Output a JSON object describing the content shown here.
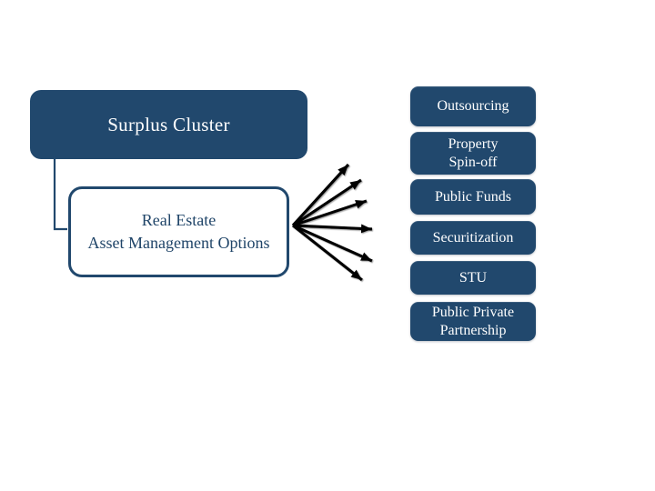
{
  "colors": {
    "navy": "#21486D",
    "box_text": "#FFFFFF",
    "source_text": "#1F4468",
    "arrow": "#000000",
    "background": "#FFFFFF"
  },
  "cluster_box": {
    "label": "Surplus Cluster"
  },
  "source_box": {
    "label": "Real Estate\nAsset Management Options"
  },
  "options": [
    {
      "label": "Outsourcing"
    },
    {
      "label": "Property\nSpin-off"
    },
    {
      "label": "Public Funds"
    },
    {
      "label": "Securitization"
    },
    {
      "label": "STU"
    },
    {
      "label": "Public Private\nPartnership"
    }
  ],
  "edges": {
    "cluster_to_source": "Surplus Cluster -> Real Estate Asset Management Options",
    "source_fans_out_to": [
      "Outsourcing",
      "Property Spin-off",
      "Public Funds",
      "Securitization",
      "STU",
      "Public Private Partnership"
    ]
  }
}
